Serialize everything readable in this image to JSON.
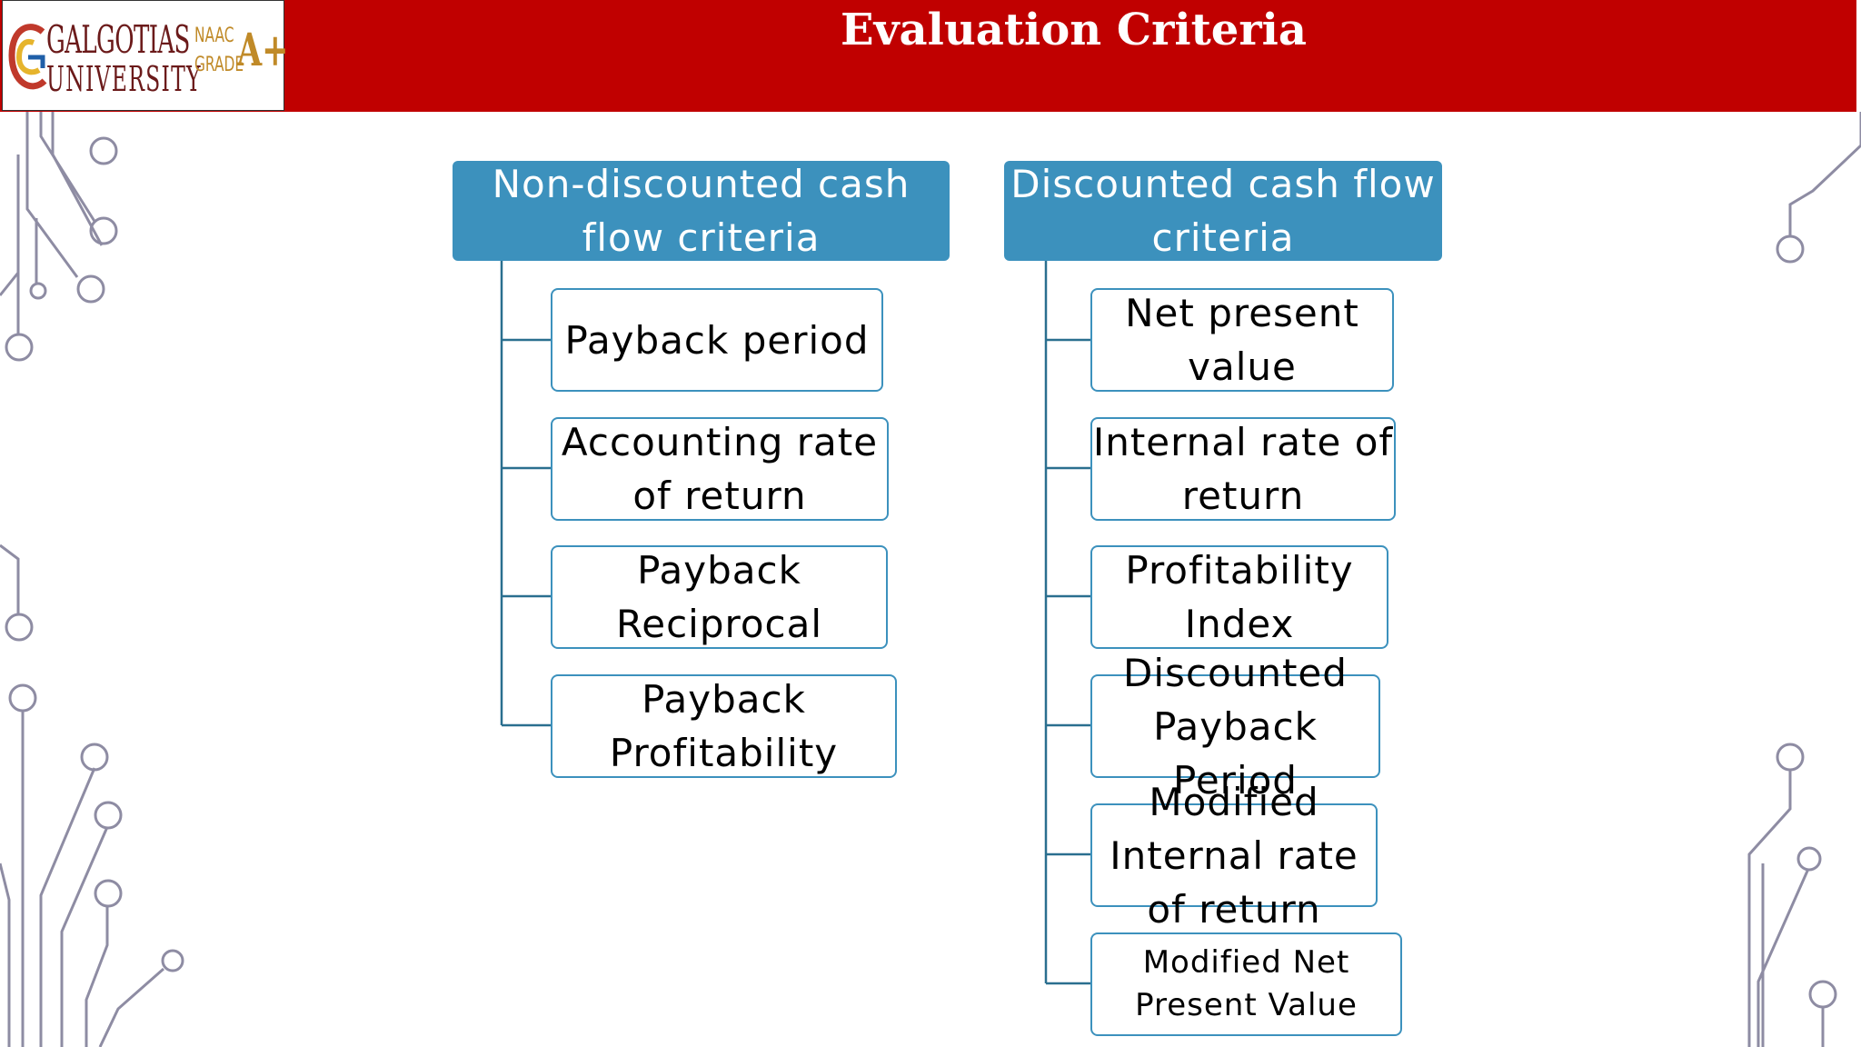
{
  "slide": {
    "title": "Evaluation Criteria"
  },
  "logo": {
    "name": "GALGOTIAS",
    "subname": "UNIVERSITY",
    "naac": "NAAC",
    "grade": "GRADE",
    "grade_value": "A+",
    "icon": "galgotias-g-logo-icon"
  },
  "diagram": {
    "left": {
      "heading": "Non-discounted cash\nflow criteria",
      "items": [
        "Payback period",
        "Accounting rate\nof return",
        "Payback\nReciprocal",
        "Payback\nProfitability"
      ]
    },
    "right": {
      "heading": "Discounted cash flow\ncriteria",
      "items": [
        "Net present\nvalue",
        "Internal rate of\nreturn",
        "Profitability\nIndex",
        "Discounted\nPayback\nPeriod",
        "Modified\nInternal rate\nof return",
        "Modified Net\nPresent Value"
      ]
    }
  },
  "colors": {
    "header": "#c00000",
    "box_fill": "#3c91bd",
    "connector": "#2a6f8f",
    "circuit_lines": "#8e8ca3"
  }
}
